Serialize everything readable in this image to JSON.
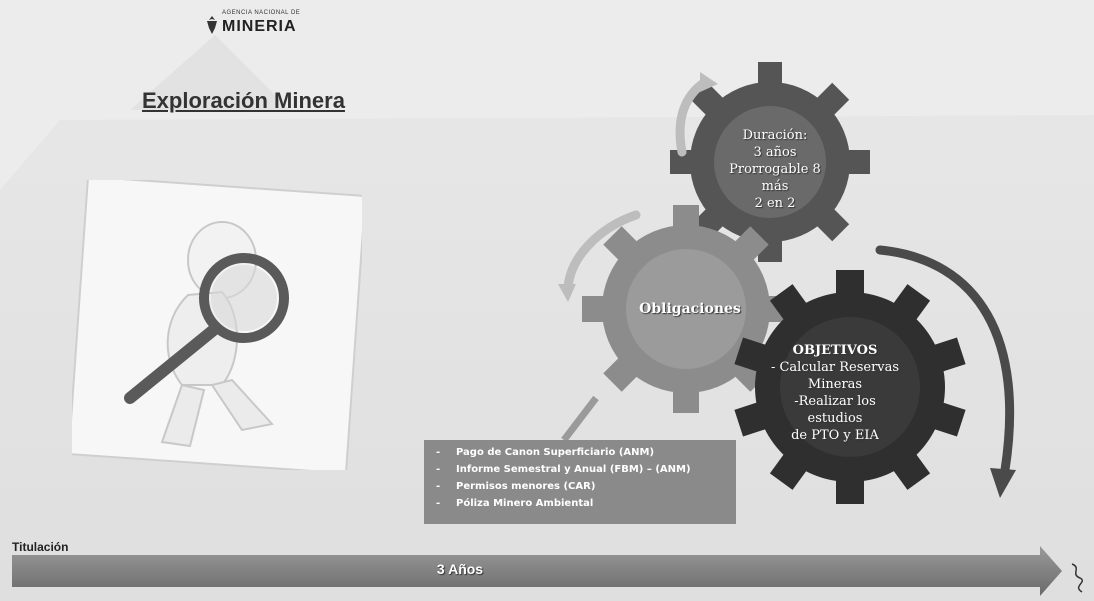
{
  "logo": {
    "top": "AGENCIA NACIONAL DE",
    "name": "MINERIA"
  },
  "title": "Exploración Minera",
  "gears": {
    "duration": [
      "Duración:",
      "3 años",
      "Prorrogable 8 más",
      "2 en 2"
    ],
    "obligations": "Obligaciones",
    "objectives": {
      "heading": "OBJETIVOS",
      "lines": [
        "- Calcular Reservas",
        "Mineras",
        "-Realizar los estudios",
        "de PTO y EIA"
      ]
    }
  },
  "obligations_list": [
    {
      "bullet": "-",
      "text": "Pago de Canon Superficiario (ANM)"
    },
    {
      "bullet": "-",
      "text": "Informe Semestral y Anual (FBM) – (ANM)"
    },
    {
      "bullet": "-",
      "text": "Permisos menores (CAR)"
    },
    {
      "bullet": "-",
      "text": "Póliza Minero Ambiental"
    }
  ],
  "timeline": {
    "label": "Titulación",
    "duration": "3 Años"
  },
  "colors": {
    "gear_dark": "#2f2f2f",
    "gear_mid": "#555555",
    "gear_light": "#8c8c8c",
    "box": "#8a8a8a",
    "bar": "#7d7d7d"
  }
}
